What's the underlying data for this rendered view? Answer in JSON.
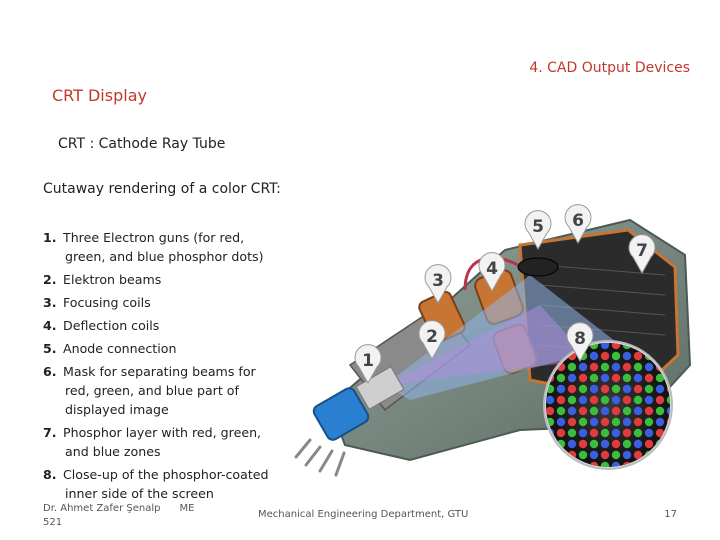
{
  "header": {
    "section": "4. CAD Output Devices"
  },
  "slide": {
    "title": "CRT Display",
    "subtitle": "CRT : Cathode Ray Tube",
    "intro": "Cutaway rendering of a color CRT:",
    "items": [
      {
        "num": "1.",
        "text": "Three Electron guns (for red, green, and blue phosphor dots)"
      },
      {
        "num": "2.",
        "text": "Elektron beams"
      },
      {
        "num": "3.",
        "text": "Focusing coils"
      },
      {
        "num": "4.",
        "text": "Deflection coils"
      },
      {
        "num": "5.",
        "text": "Anode connection"
      },
      {
        "num": "6.",
        "text": "Mask for separating beams for red, green, and blue part of displayed image"
      },
      {
        "num": "7.",
        "text": "Phosphor layer with red, green, and blue zones"
      },
      {
        "num": "8.",
        "text": "Close-up of the phosphor-coated inner side of the screen"
      }
    ]
  },
  "figure": {
    "markers": [
      "1",
      "2",
      "3",
      "4",
      "5",
      "6",
      "7",
      "8"
    ]
  },
  "footer": {
    "author": "Dr. Ahmet Zafer Şenalp",
    "code_prefix": "ME",
    "code_number": "521",
    "department": "Mechanical Engineering Department, GTU",
    "page": "17"
  },
  "colors": {
    "accent": "#c0392b",
    "marker_fill": "#f2f2f2",
    "glass": "#7d8f86",
    "copper": "#c87533",
    "gun_blue": "#2a7fd1"
  }
}
